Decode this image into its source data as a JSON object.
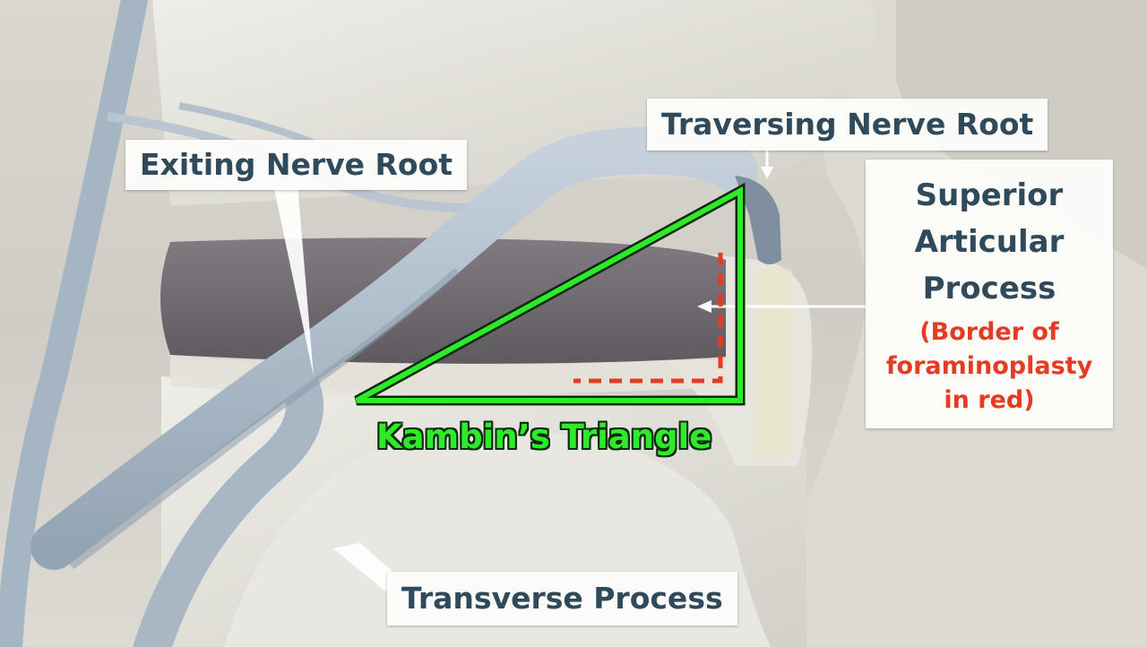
{
  "labels": {
    "exiting_nerve_root": "Exiting Nerve Root",
    "traversing_nerve_root": "Traversing Nerve Root",
    "superior_articular_process": [
      "Superior",
      "Articular",
      "Process"
    ],
    "border_note": [
      "(Border of",
      "foraminoplasty",
      "in red)"
    ],
    "kambins_triangle": "Kambin’s Triangle",
    "transverse_process": "Transverse Process"
  },
  "colors": {
    "label_text": "#2f4a5a",
    "triangle_green": "#2eea2a",
    "border_red": "#e63a22",
    "bone": "#e4e2da",
    "nerve": "#aab8c6",
    "disc": "#6f6a70"
  }
}
